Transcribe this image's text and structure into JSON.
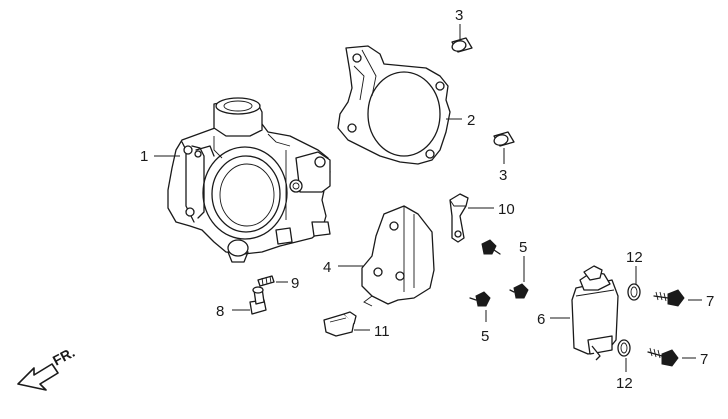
{
  "callouts": {
    "c1": "1",
    "c2": "2",
    "c3a": "3",
    "c3b": "3",
    "c4": "4",
    "c5a": "5",
    "c5b": "5",
    "c6": "6",
    "c7a": "7",
    "c7b": "7",
    "c8": "8",
    "c9": "9",
    "c10": "10",
    "c11": "11",
    "c12a": "12",
    "c12b": "12"
  },
  "direction_label": "FR."
}
